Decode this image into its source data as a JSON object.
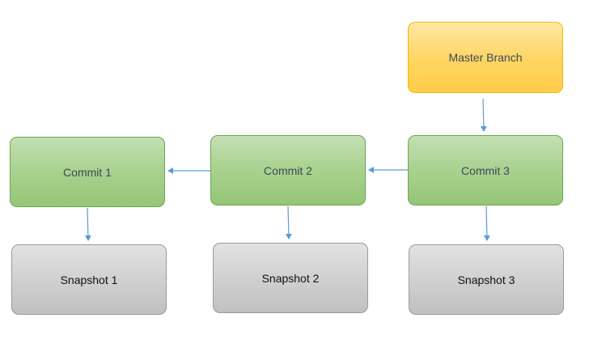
{
  "branch": {
    "label": "Master Branch"
  },
  "commits": [
    {
      "label": "Commit 1"
    },
    {
      "label": "Commit 2"
    },
    {
      "label": "Commit 3"
    }
  ],
  "snapshots": [
    {
      "label": "Snapshot 1"
    },
    {
      "label": "Snapshot 2"
    },
    {
      "label": "Snapshot 3"
    }
  ],
  "colors": {
    "branch_fill": "#ffd561",
    "branch_border": "#f0b800",
    "commit_fill": "#a9d18e",
    "commit_border": "#6aa84f",
    "snapshot_fill": "#cfcfcf",
    "snapshot_border": "#9a9a9a",
    "arrow": "#5b9bd5"
  }
}
